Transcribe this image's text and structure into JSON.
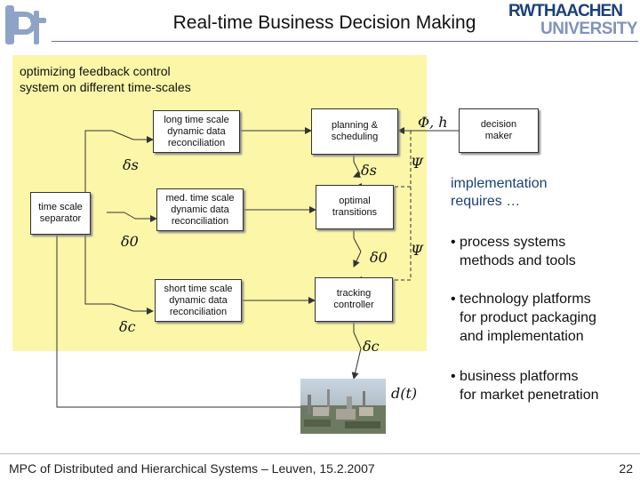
{
  "header": {
    "title": "Real-time Business Decision Making"
  },
  "logos": {
    "left": "lpt",
    "right_line1": "RWTHAACHEN",
    "right_line2": "UNIVERSITY"
  },
  "diagram": {
    "heading_line1": "optimizing feedback control",
    "heading_line2": "system on different time-scales",
    "boxes": {
      "long": [
        "long time scale",
        "dynamic data",
        "reconciliation"
      ],
      "med": [
        "med. time scale",
        "dynamic data",
        "reconciliation"
      ],
      "short": [
        "short time scale",
        "dynamic data",
        "reconciliation"
      ],
      "separator": [
        "time scale",
        "separator"
      ],
      "planning": [
        "planning &",
        "scheduling"
      ],
      "optimal": [
        "optimal",
        "transitions"
      ],
      "tracking": [
        "tracking",
        "controller"
      ],
      "decision": [
        "decision",
        "maker"
      ]
    },
    "symbols": {
      "delta_s": "δs",
      "delta_0": "δ0",
      "delta_c": "δc",
      "phi_h": "Φ, h",
      "psi": "Ψ",
      "d_t": "d(t)"
    }
  },
  "right": {
    "impl_line1": "implementation",
    "impl_line2": "requires …",
    "b1_line1": "• process systems",
    "b1_line2": "methods and tools",
    "b2_line1": "• technology platforms",
    "b2_line2": "for product packaging",
    "b2_line3": "and implementation",
    "b3_line1": "• business platforms",
    "b3_line2": "for market penetration"
  },
  "footer": {
    "text": "MPC of Distributed and Hierarchical Systems – Leuven, 15.2.2007",
    "page": "22"
  },
  "colors": {
    "yellow": "#fbf6a8",
    "accent": "#1b3f7a"
  }
}
